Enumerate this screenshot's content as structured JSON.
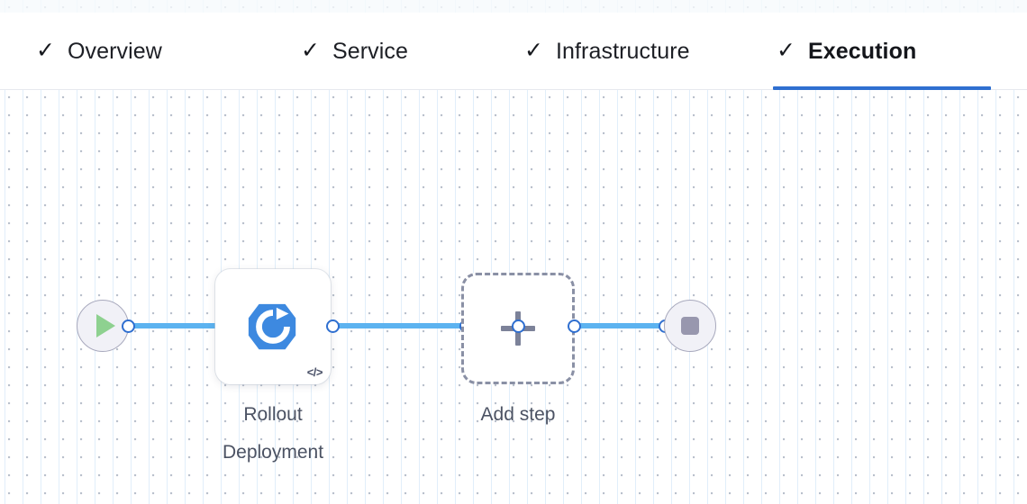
{
  "tabs": [
    {
      "label": "Overview",
      "icon": "check-icon",
      "state": "complete",
      "active": false
    },
    {
      "label": "Service",
      "icon": "check-icon",
      "state": "complete",
      "active": false
    },
    {
      "label": "Infrastructure",
      "icon": "check-icon",
      "state": "complete",
      "active": false
    },
    {
      "label": "Execution",
      "icon": "check-icon",
      "state": "complete",
      "active": true
    }
  ],
  "check_glyph": "✓",
  "canvas": {
    "nodes": {
      "start": {
        "icon": "play-icon",
        "type": "start"
      },
      "task": {
        "caption": "Rollout\nDeployment",
        "icon": "rollout-deployment-icon",
        "badge_icon": "code-icon",
        "badge_glyph": "</>"
      },
      "add": {
        "caption": "Add step",
        "icon": "plus-icon"
      },
      "end": {
        "icon": "stop-icon",
        "type": "end"
      }
    },
    "edges": [
      {
        "from": "start",
        "to": "task"
      },
      {
        "from": "task",
        "to": "add"
      },
      {
        "from": "add",
        "to": "end"
      }
    ]
  },
  "colors": {
    "accent_blue": "#2f6fd0",
    "edge_blue": "#5cb3f0",
    "node_icon_blue": "#3d89e0",
    "play_green": "#8ed190",
    "stop_gray": "#9897ae",
    "muted_text": "#4b5263",
    "dash_border": "#8a90a5"
  }
}
